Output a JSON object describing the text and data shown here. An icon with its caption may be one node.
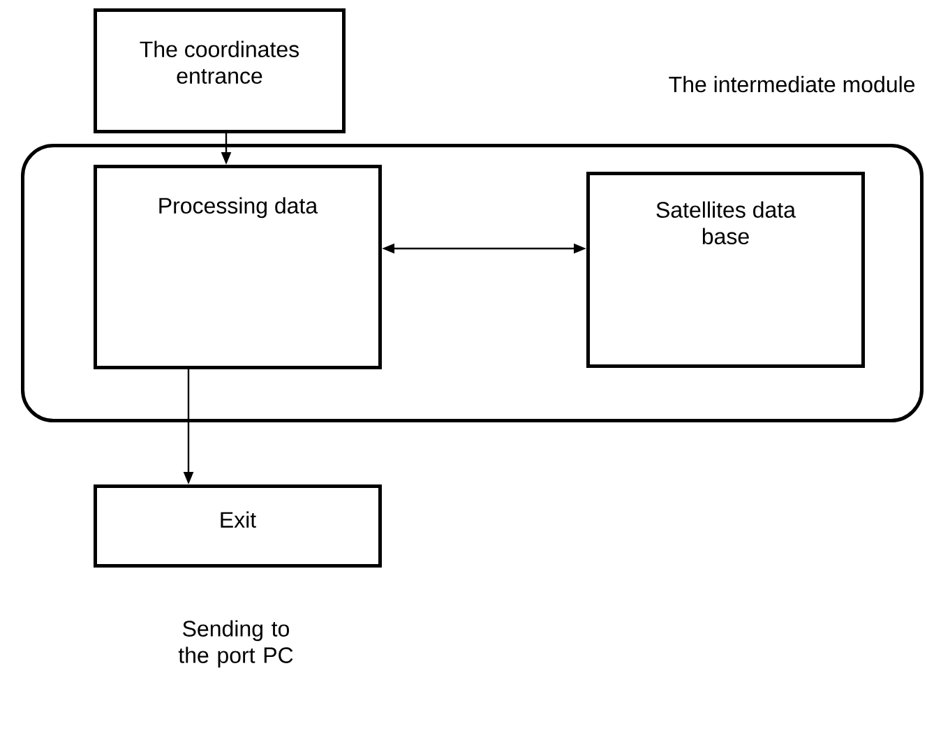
{
  "diagram": {
    "nodes": [
      {
        "text": [
          "The coordinates entrance"
        ]
      },
      {
        "text": [
          "The intermediate module"
        ]
      },
      {
        "text": [
          "Processing data"
        ],
        "in": 1
      },
      {
        "text": [
          "Satellites data base"
        ],
        "in": 1
      },
      {
        "text": [
          "Exit"
        ],
        "beside": [
          "Sending to the port PC"
        ]
      }
    ],
    "edges": [
      {
        "from": 0,
        "to": 2,
        "arrow": "to"
      },
      {
        "from": 2,
        "to": 3,
        "arrow": "both"
      },
      {
        "from": 2,
        "to": 4,
        "arrow": "to"
      }
    ]
  }
}
